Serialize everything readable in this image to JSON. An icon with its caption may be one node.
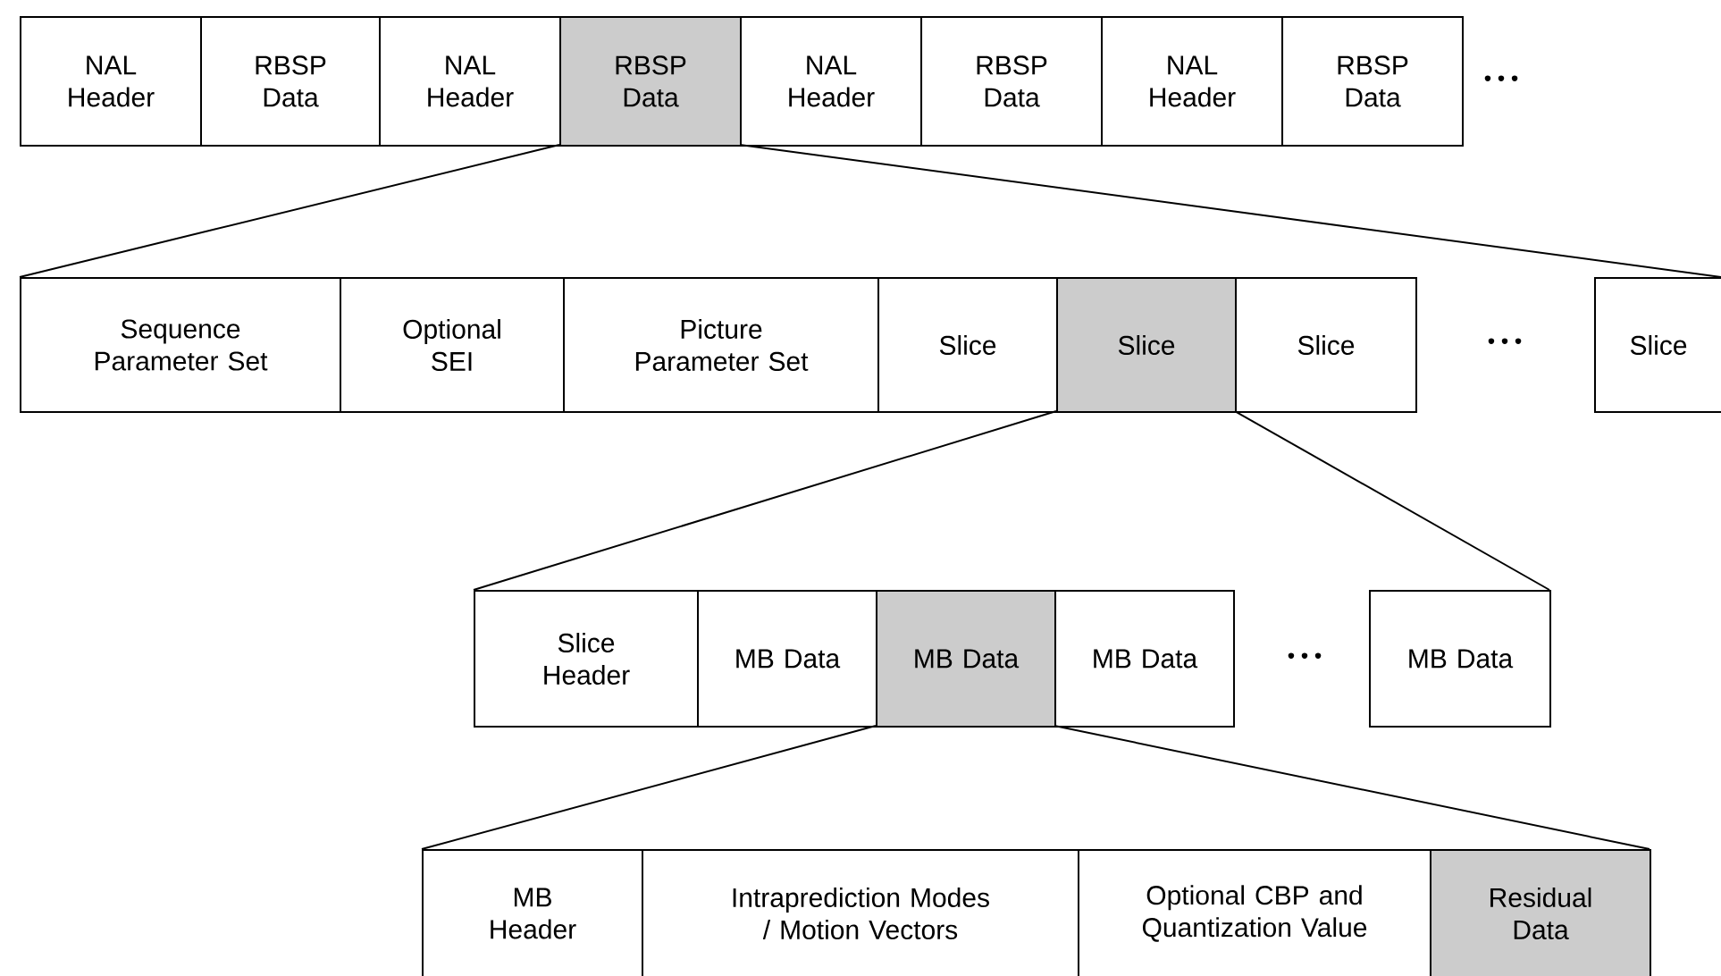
{
  "diagram": {
    "nodes": [
      {
        "text": [
          "NAL Header"
        ]
      },
      {
        "text": [
          "RBSP Data"
        ]
      },
      {
        "text": [
          "NAL Header"
        ]
      },
      {
        "text": [
          "RBSP Data"
        ]
      },
      {
        "text": [
          "NAL Header"
        ]
      },
      {
        "text": [
          "RBSP Data"
        ]
      },
      {
        "text": [
          "NAL Header"
        ]
      },
      {
        "text": [
          "RBSP Data"
        ]
      },
      {
        "text": [
          "Sequence Parameter Set"
        ]
      },
      {
        "text": [
          "Optional SEI"
        ]
      },
      {
        "text": [
          "Picture Parameter Set"
        ]
      },
      {
        "text": [
          "Slice"
        ]
      },
      {
        "text": [
          "Slice"
        ]
      },
      {
        "text": [
          "Slice"
        ]
      },
      {
        "text": [
          "Slice"
        ]
      },
      {
        "text": [
          "Slice Header"
        ]
      },
      {
        "text": [
          "MB Data"
        ]
      },
      {
        "text": [
          "MB Data"
        ]
      },
      {
        "text": [
          "MB Data"
        ]
      },
      {
        "text": [
          "MB Data"
        ]
      },
      {
        "text": [
          "MB Header"
        ]
      },
      {
        "text": [
          "Intraprediction Modes / Motion Vectors"
        ]
      },
      {
        "text": [
          "Optional CBP and Quantization Value"
        ]
      },
      {
        "text": [
          "Residual Data"
        ]
      }
    ],
    "edges": [
      {
        "from": 3,
        "to": 8,
        "arrow": "none"
      },
      {
        "from": 3,
        "to": 14,
        "arrow": "none"
      },
      {
        "from": 12,
        "to": 15,
        "arrow": "none"
      },
      {
        "from": 12,
        "to": 19,
        "arrow": "none"
      },
      {
        "from": 17,
        "to": 20,
        "arrow": "none"
      },
      {
        "from": 17,
        "to": 23,
        "arrow": "none"
      }
    ],
    "labels": [
      "• • •",
      "• • •",
      "• • •"
    ]
  }
}
